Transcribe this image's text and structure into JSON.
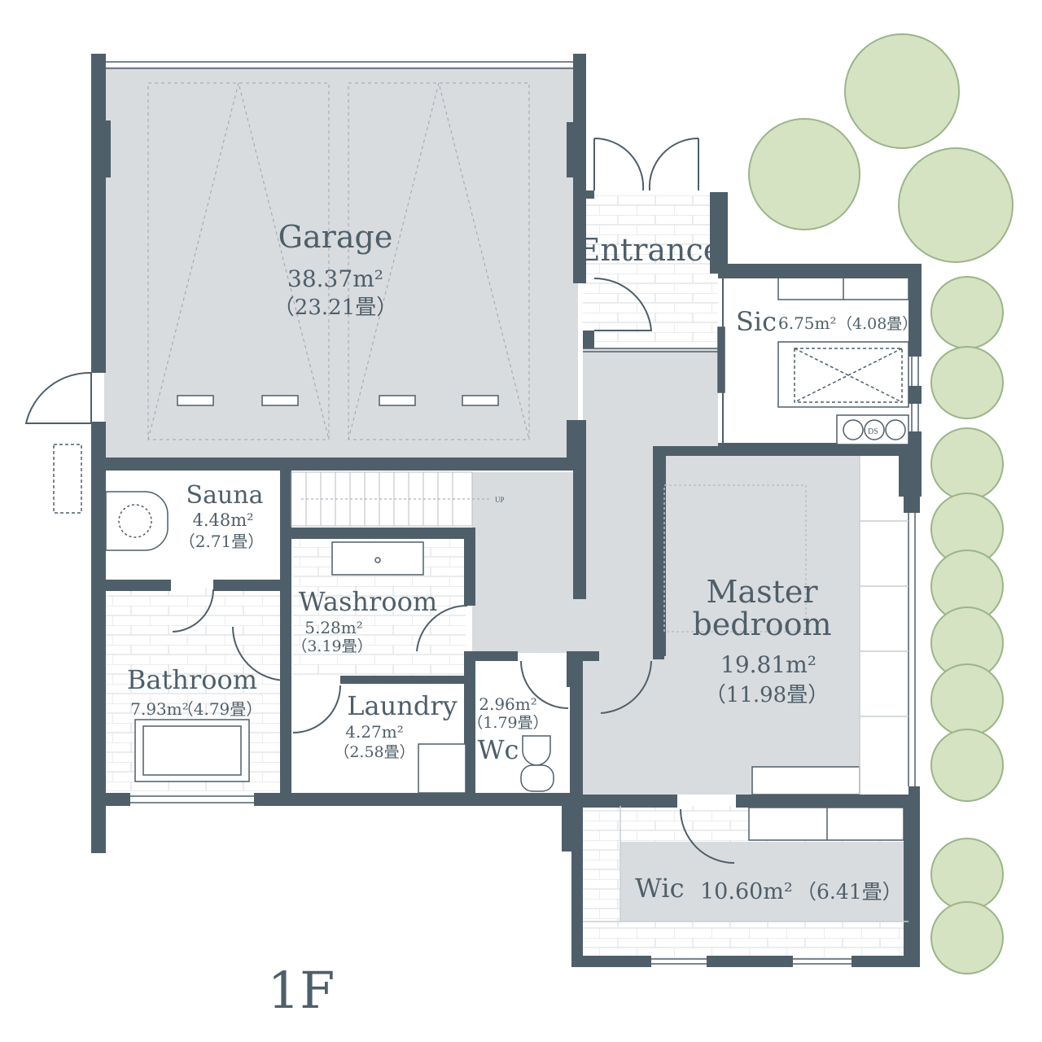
{
  "floor_label": "1F",
  "colors": {
    "wall": "#4e5f6a",
    "gray_room": "#d9dcdf",
    "tile_line": "#e4e6e8",
    "tree_fill": "#d5e3c2",
    "tree_stroke": "#9bb58a",
    "text": "#4e5f6a"
  },
  "rooms": {
    "garage": {
      "name": "Garage",
      "area": "38.37m²",
      "tatami": "（23.21畳）"
    },
    "entrance": {
      "name": "Entrance"
    },
    "sic": {
      "name": "Sic",
      "area": "6.75m²",
      "tatami": "（4.08畳）"
    },
    "sauna": {
      "name": "Sauna",
      "area": "4.48m²",
      "tatami": "（2.71畳）"
    },
    "washroom": {
      "name": "Washroom",
      "area": "5.28m²",
      "tatami": "（3.19畳）"
    },
    "bathroom": {
      "name": "Bathroom",
      "area": "7.93m²",
      "tatami": "（4.79畳）"
    },
    "laundry": {
      "name": "Laundry",
      "area": "4.27m²",
      "tatami": "（2.58畳）"
    },
    "wc": {
      "name": "Wc",
      "area": "2.96m²",
      "tatami": "（1.79畳）"
    },
    "master": {
      "name_line1": "Master",
      "name_line2": "bedroom",
      "area": "19.81m²",
      "tatami": "（11.98畳）"
    },
    "wic": {
      "name": "Wic",
      "area": "10.60m²",
      "tatami": "（6.41畳）"
    }
  },
  "fixtures": {
    "stair_up": "UP",
    "ds": "DS"
  }
}
